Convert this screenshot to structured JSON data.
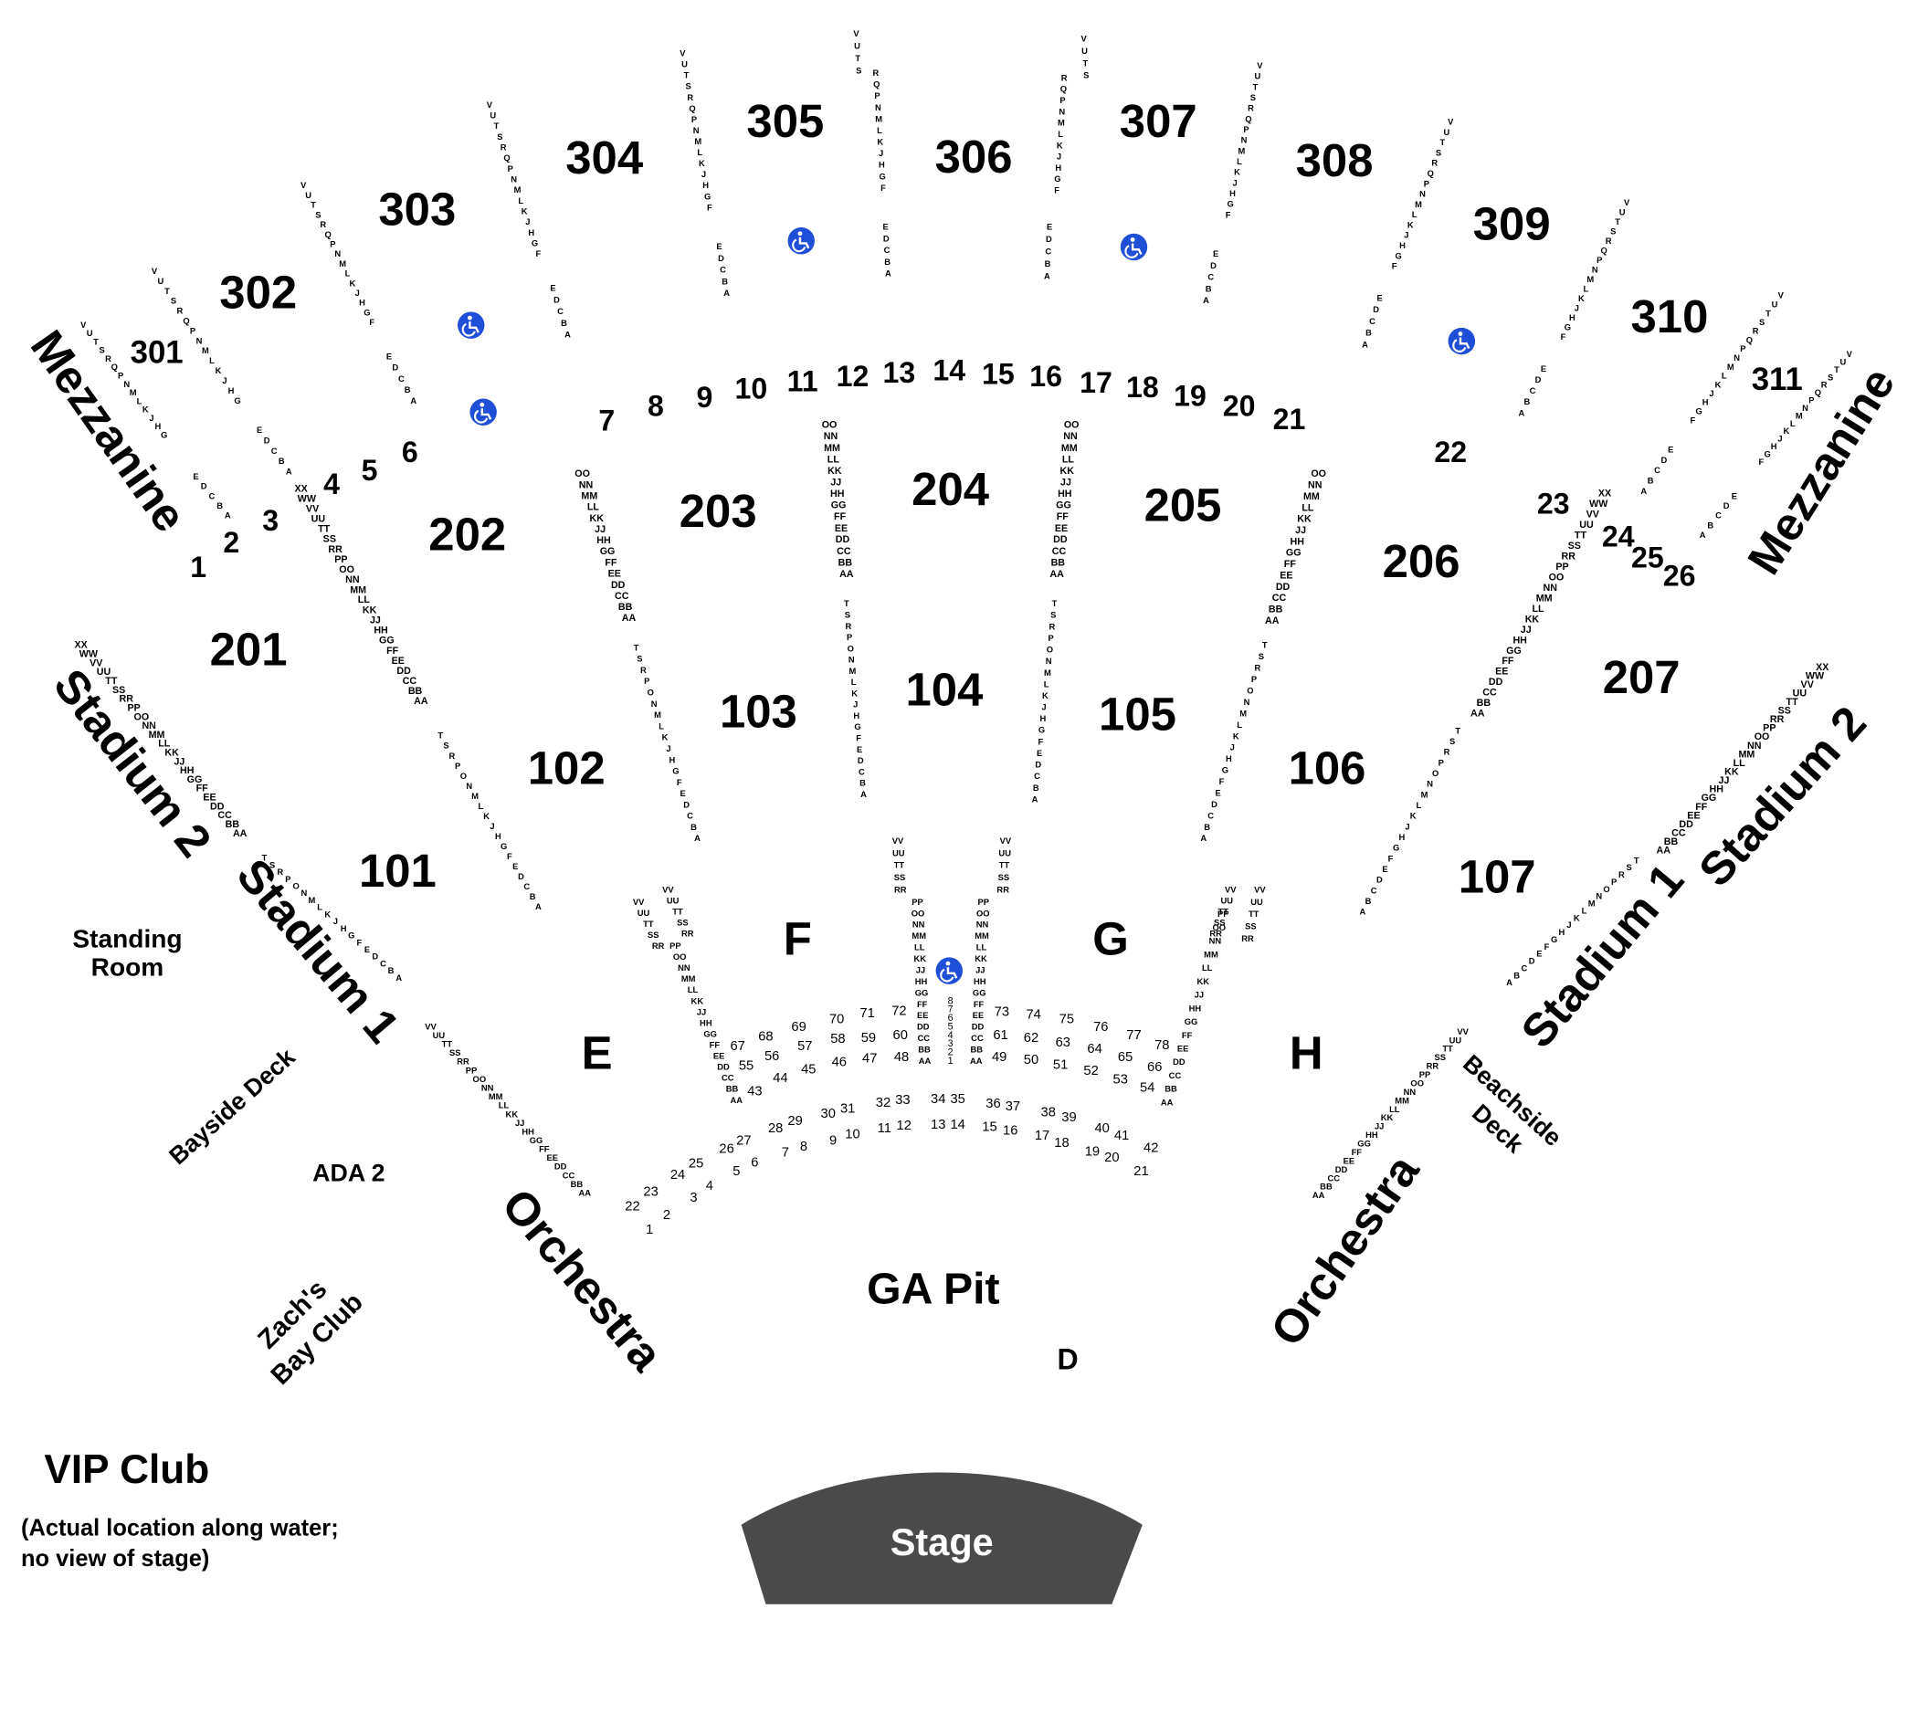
{
  "venue_sections": {
    "s301": "301",
    "s302": "302",
    "s303": "303",
    "s304": "304",
    "s305": "305",
    "s306": "306",
    "s307": "307",
    "s308": "308",
    "s309": "309",
    "s310": "310",
    "s311": "311",
    "s201": "201",
    "s202": "202",
    "s203": "203",
    "s204": "204",
    "s205": "205",
    "s206": "206",
    "s207": "207",
    "s101": "101",
    "s102": "102",
    "s103": "103",
    "s104": "104",
    "s105": "105",
    "s106": "106",
    "s107": "107",
    "sE": "E",
    "sF": "F",
    "sG": "G",
    "sH": "H",
    "sD": "D"
  },
  "boxes": [
    "1",
    "2",
    "3",
    "4",
    "5",
    "6",
    "7",
    "8",
    "9",
    "10",
    "11",
    "12",
    "13",
    "14",
    "15",
    "16",
    "17",
    "18",
    "19",
    "20",
    "21",
    "22",
    "23",
    "24",
    "25",
    "26"
  ],
  "levels": {
    "mezzanine_left": "Mezzanine",
    "mezzanine_right": "Mezzanine",
    "stadium2_left": "Stadium 2",
    "stadium2_right": "Stadium 2",
    "stadium1_left": "Stadium 1",
    "stadium1_right": "Stadium 1",
    "orchestra_left": "Orchestra",
    "orchestra_right": "Orchestra"
  },
  "areas": {
    "standing_room_line1": "Standing",
    "standing_room_line2": "Room",
    "bayside_deck": "Bayside Deck",
    "ada2": "ADA 2",
    "zachs_line1": "Zach's",
    "zachs_line2": "Bay Club",
    "beachside_line1": "Beachside",
    "beachside_line2": "Deck",
    "ga_pit": "GA Pit",
    "stage": "Stage",
    "vip_club": "VIP Club",
    "vip_note_line1": "(Actual location along water;",
    "vip_note_line2": "no view of stage)"
  },
  "row_labels": {
    "upper_v_to_a": "VUTSRQPNMLKJHGFEDCBA",
    "upper_v_to_f": "VUTSRQPNMLKJHGF",
    "upper_e_to_a": "EDCBA",
    "upper_vuts": "VUTS",
    "upper_r_to_f": "RQPNMLKJHGF",
    "oo_to_aa": "OO NN MM LL KK JJ HH GG FF EE DD CC BB AA",
    "xx_to_aa": "XX WW VV UU TT SS RR PP OO NN MM LL KK JJ HH GG FF EE DD CC BB AA",
    "t_to_a": "TSRPONMLKJHGFEDCBA",
    "vv_to_rr": "VV UU TT SS RR",
    "pp_to_aa": "PP OO NN MM LL KK JJ HH GG FF EE DD CC BB AA",
    "vv_to_aa": "VV UU TT SS RR PP OO NN MM LL KK JJ HH GG FF EE DD CC BB AA"
  },
  "colors": {
    "stage_fill": "#4a4a4a",
    "ada_icon": "#1f4fd6",
    "text": "#000000"
  },
  "icons": [
    "wheelchair-icon"
  ]
}
